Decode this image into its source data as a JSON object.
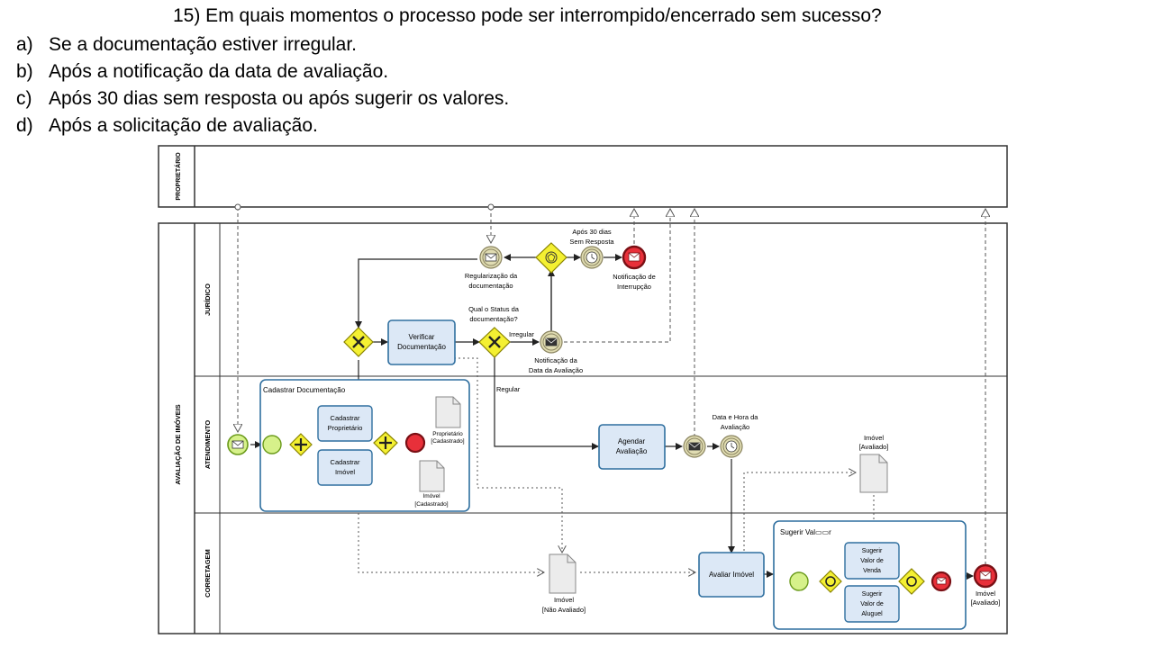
{
  "question": "15) Em quais momentos o processo pode ser interrompido/encerrado sem sucesso?",
  "options": [
    {
      "letter": "a)",
      "text": "Se a documentação estiver irregular."
    },
    {
      "letter": "b)",
      "text": "Após a notificação da data de avaliação."
    },
    {
      "letter": "c)",
      "text": "Após 30 dias sem resposta ou após sugerir os valores."
    },
    {
      "letter": "d)",
      "text": "Após a solicitação de avaliação."
    }
  ],
  "diagram": {
    "pools": {
      "proprietario": "PROPRIETÁRIO",
      "avaliacao": "AVALIAÇÃO DE IMÓVEIS"
    },
    "lanes": {
      "juridico": "JURÍDICO",
      "atendimento": "ATENDIMENTO",
      "corretagem": "CORRETAGEM"
    },
    "tasks": {
      "verificar": [
        "Verificar",
        "Documentação"
      ],
      "cadastrar_proprietario": [
        "Cadastrar",
        "Proprietário"
      ],
      "cadastrar_imovel": [
        "Cadastrar",
        "Imóvel"
      ],
      "agendar": [
        "Agendar",
        "Avaliação"
      ],
      "avaliar": "Avaliar Imóvel",
      "sugerir_venda": [
        "Sugerir",
        "Valor de",
        "Venda"
      ],
      "sugerir_aluguel": [
        "Sugerir",
        "Valor de",
        "Aluguel"
      ]
    },
    "subprocesses": {
      "cadastrar_doc": "Cadastrar Documentação",
      "sugerir_valor": "Sugerir Val▭▭r"
    },
    "events": {
      "regularizacao": [
        "Regularização da",
        "documentação"
      ],
      "apos30": [
        "Após 30 dias",
        "Sem Resposta"
      ],
      "notif_interrupcao": [
        "Notificação de",
        "Interrupção"
      ],
      "notif_data": [
        "Notificação da",
        "Data da Avaliação"
      ],
      "data_hora": [
        "Data e Hora da",
        "Avaliação"
      ],
      "imovel_avaliado_end": [
        "Imóvel",
        "[Avaliado]"
      ]
    },
    "gateway_labels": {
      "status_q": [
        "Qual o Status da",
        "documentação?"
      ],
      "irregular": "Irregular",
      "regular": "Regular"
    },
    "data_objects": {
      "proprietario_cad": [
        "Proprietário",
        "[Cadastrado]"
      ],
      "imovel_cad": [
        "Imóvel",
        "[Cadastrado]"
      ],
      "imovel_avaliado": [
        "Imóvel",
        "[Avaliado]"
      ],
      "imovel_nao": [
        "Imóvel",
        "[Não Avaliado]"
      ]
    },
    "colors": {
      "task_fill": "#dce8f6",
      "task_stroke": "#2f6f9f",
      "gateway_fill": "#f4f032",
      "start_fill": "#d6f18a",
      "end_fill": "#e8303a",
      "intermediate_fill": "#e0dcb2",
      "data_fill": "#ececec"
    }
  }
}
